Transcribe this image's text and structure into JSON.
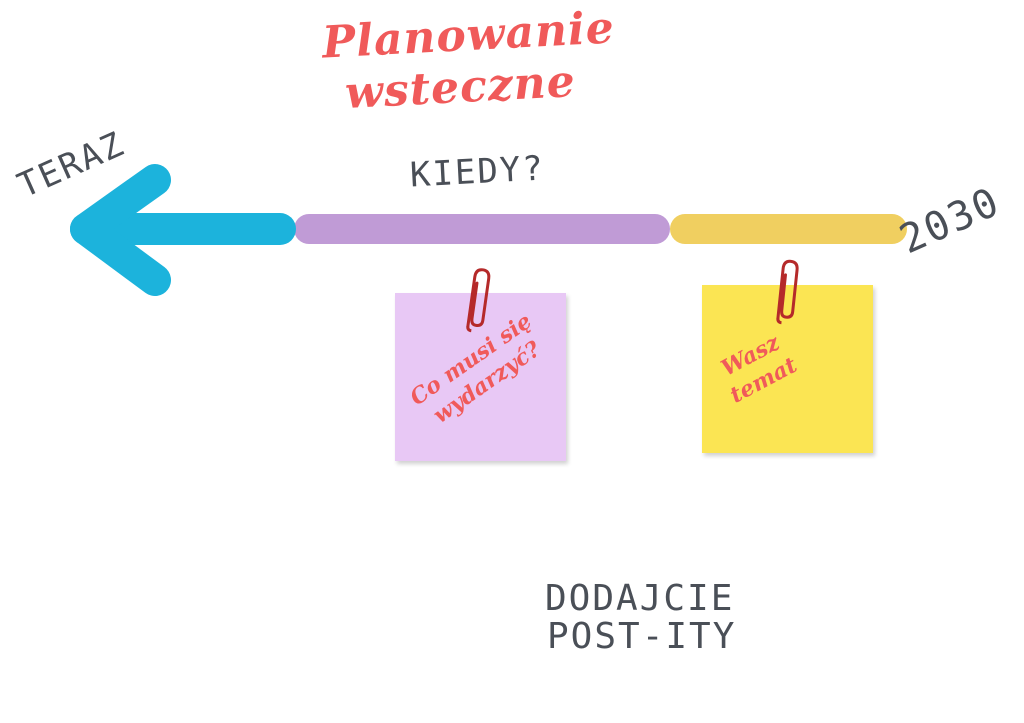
{
  "title": {
    "line1": "Planowanie",
    "line2": "wsteczne"
  },
  "timeline": {
    "start_label": "TERAZ",
    "middle_label": "KIEDY?",
    "end_label": "2030",
    "colors": {
      "arrow": "#1cb3dc",
      "purple_segment": "#c09bd6",
      "yellow_segment": "#f0cf60"
    }
  },
  "notes": [
    {
      "color": "#e8c8f5",
      "line1": "Co musi się",
      "line2": "wydarzyć?"
    },
    {
      "color": "#fbe553",
      "line1": "Wasz",
      "line2": "temat"
    }
  ],
  "footer": {
    "line1": "DODAJCIE",
    "line2": "POST-ITY"
  },
  "icons": [
    "paperclip-icon",
    "arrow-left-icon"
  ]
}
